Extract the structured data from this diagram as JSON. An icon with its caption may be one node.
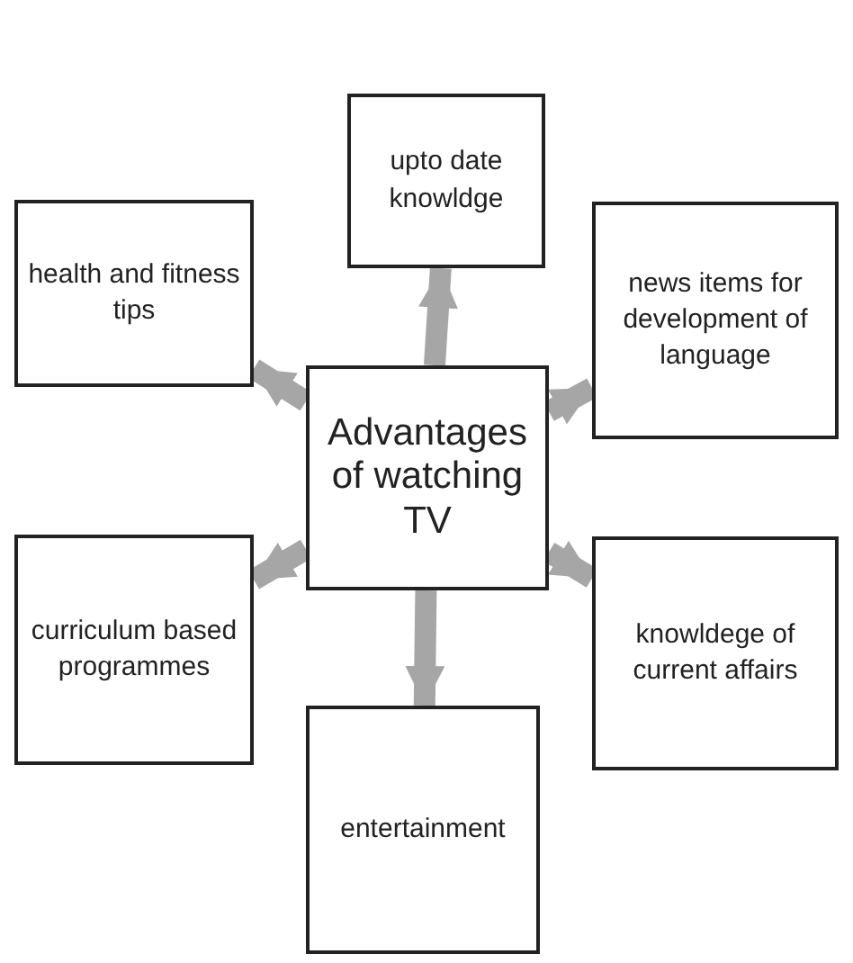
{
  "diagram": {
    "nodes": [
      {
        "text": [
          "upto date knowldge"
        ]
      },
      {
        "text": [
          "health and fitness tips"
        ]
      },
      {
        "text": [
          "news items for development of language"
        ]
      },
      {
        "text": [
          "Advantages of watching TV"
        ]
      },
      {
        "text": [
          "curriculum based programmes"
        ]
      },
      {
        "text": [
          "knowldege of current affairs"
        ]
      },
      {
        "text": [
          "entertainment"
        ]
      }
    ],
    "edges": [
      {
        "from": 3,
        "to": 0,
        "arrow": "to"
      },
      {
        "from": 3,
        "to": 1,
        "arrow": "to"
      },
      {
        "from": 3,
        "to": 2,
        "arrow": "to"
      },
      {
        "from": 3,
        "to": 4,
        "arrow": "to"
      },
      {
        "from": 3,
        "to": 5,
        "arrow": "to"
      },
      {
        "from": 3,
        "to": 6,
        "arrow": "to"
      }
    ]
  }
}
